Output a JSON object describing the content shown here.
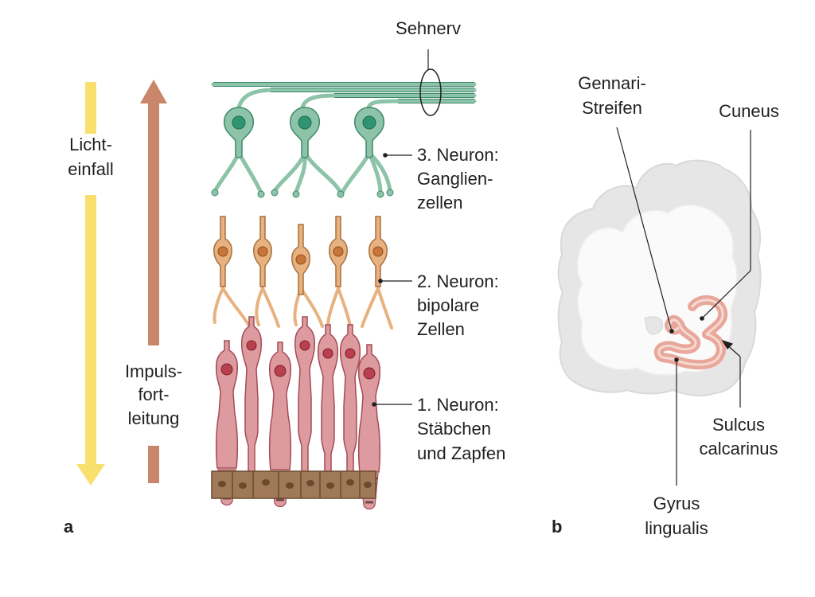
{
  "panel_a": {
    "letter": "a",
    "labels": {
      "sehnerv": "Sehnerv",
      "licht_line1": "Licht-",
      "licht_line2": "einfall",
      "impuls_line1": "Impuls-",
      "impuls_line2": "fort-",
      "impuls_line3": "leitung",
      "n3_line1": "3. Neuron:",
      "n3_line2": "Ganglien-",
      "n3_line3": "zellen",
      "n2_line1": "2. Neuron:",
      "n2_line2": "bipolare",
      "n2_line3": "Zellen",
      "n1_line1": "1. Neuron:",
      "n1_line2": "Stäbchen",
      "n1_line3": "und Zapfen"
    }
  },
  "panel_b": {
    "letter": "b",
    "labels": {
      "gennari_line1": "Gennari-",
      "gennari_line2": "Streifen",
      "cuneus": "Cuneus",
      "sulcus_line1": "Sulcus",
      "sulcus_line2": "calcarinus",
      "gyrus_line1": "Gyrus",
      "gyrus_line2": "lingualis"
    }
  },
  "colors": {
    "light_arrow": "#f9df6e",
    "impulse_arrow": "#c9866a",
    "ganglion": "#8cc3a9",
    "ganglion_nucleus": "#2f9470",
    "bipolar": "#e7b27f",
    "bipolar_nucleus": "#c8753a",
    "receptor": "#dd9ba0",
    "receptor_nucleus": "#b9404f",
    "pigment": "#a07a58",
    "brain_fill": "#eeeeee",
    "cortex": "#e8a79a"
  }
}
